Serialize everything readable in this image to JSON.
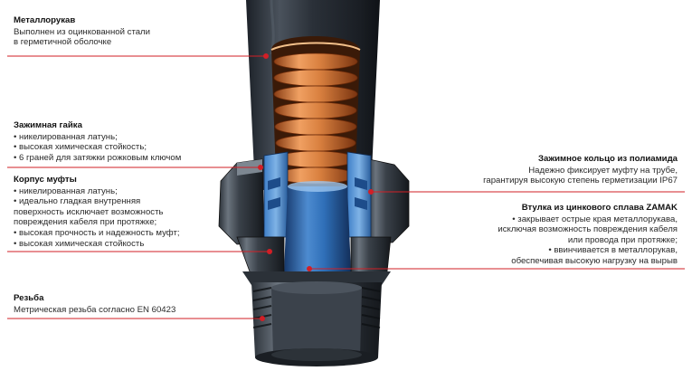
{
  "callouts": {
    "metallorukav": {
      "title": "Металлорукав",
      "lines": [
        "Выполнен из оцинкованной стали",
        "в герметичной оболочке"
      ]
    },
    "gaika": {
      "title": "Зажимная гайка",
      "lines": [
        "• никелированная латунь;",
        "• высокая химическая стойкость;",
        "• 6 граней для затяжки рожковым ключом"
      ]
    },
    "korpus": {
      "title": "Корпус муфты",
      "lines": [
        "• никелированная латунь;",
        "• идеально гладкая внутренняя",
        "поверхность исключает возможность",
        "повреждения кабеля при протяжке;",
        "• высокая прочность и надежность муфт;",
        "• высокая химическая стойкость"
      ]
    },
    "rezba": {
      "title": "Резьба",
      "lines": [
        "Метрическая резьба согласно EN 60423"
      ]
    },
    "koltso": {
      "title": "Зажимное кольцо из полиамида",
      "lines": [
        "Надежно фиксирует муфту на трубе,",
        "гарантируя высокую степень герметизации IP67"
      ]
    },
    "vtulka": {
      "title": "Втулка из цинкового сплава ZAMAK",
      "lines": [
        "• закрывает острые края металлорукава,",
        "исключая возможность повреждения кабеля",
        "или провода при протяжке;",
        "• ввинчивается в металлорукав,",
        "обеспечивая высокую нагрузку на вырыв"
      ]
    }
  },
  "colors": {
    "leader": "#d21f26",
    "copper": "#d9803f",
    "blue": "#2f6fb8",
    "dark": "#2a2f36",
    "metal": "#5d6670"
  }
}
